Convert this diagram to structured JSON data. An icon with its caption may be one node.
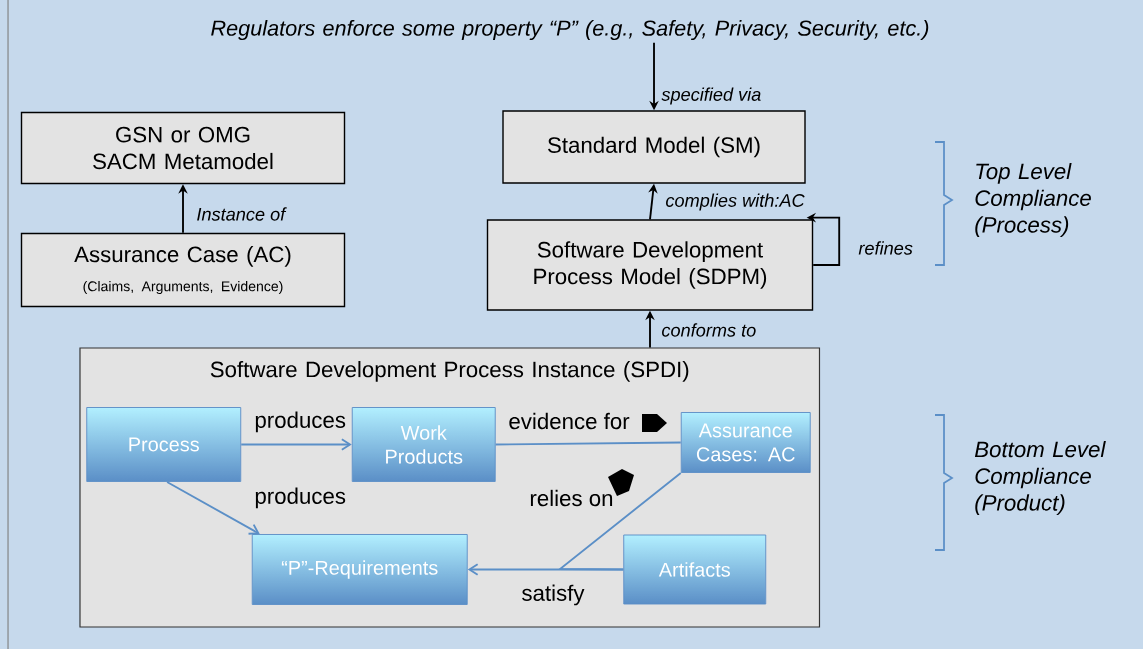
{
  "diagram": {
    "nodes": [
      {
        "text": [
          "Regulators enforce some property “P” (e.g., Safety, Privacy, Security, etc.)"
        ]
      },
      {
        "text": [
          "GSN or OMG SACM Metamodel"
        ]
      },
      {
        "text": [
          "Assurance Case (AC)",
          "(Claims, Arguments, Evidence)"
        ]
      },
      {
        "text": [
          "Standard Model (SM)"
        ]
      },
      {
        "text": [
          "Software Development Process Model (SDPM)"
        ]
      },
      {
        "text": [
          "Software Development Process Instance (SPDI)"
        ]
      },
      {
        "text": [
          "Process"
        ],
        "in": 5
      },
      {
        "text": [
          "Work Products"
        ],
        "in": 5
      },
      {
        "text": [
          "Assurance Cases: AC"
        ],
        "in": 5
      },
      {
        "text": [
          "“P”-Requirements"
        ],
        "in": 5
      },
      {
        "text": [
          "Artifacts"
        ],
        "in": 5
      }
    ],
    "edges": [
      {
        "from": 0,
        "to": 3,
        "arrow": "to",
        "label": "specified via"
      },
      {
        "from": 2,
        "to": 1,
        "arrow": "to",
        "label": "Instance of"
      },
      {
        "from": 4,
        "to": 3,
        "arrow": "to",
        "label": "complies with:AC"
      },
      {
        "from": 4,
        "to": 4,
        "arrow": "to",
        "label": "refines"
      },
      {
        "from": 5,
        "to": 4,
        "arrow": "to",
        "label": "conforms to"
      },
      {
        "from": 6,
        "to": 7,
        "arrow": "to",
        "label": "produces",
        "color": "#5b8fc7"
      },
      {
        "from": 6,
        "to": 9,
        "arrow": "to",
        "label": "produces",
        "color": "#5b8fc7"
      },
      {
        "from": 7,
        "to": 8,
        "arrow": "none",
        "label": "evidence for",
        "color": "#5b8fc7"
      },
      {
        "from": 10,
        "to": 9,
        "arrow": "to",
        "label": "satisfy",
        "color": "#5b8fc7"
      },
      {
        "from": 10,
        "to": 8,
        "arrow": "none",
        "label": "relies on",
        "color": "#5b8fc7"
      }
    ],
    "labels": [
      "Top Level Compliance (Process)",
      "Bottom Level Compliance (Product)"
    ]
  }
}
